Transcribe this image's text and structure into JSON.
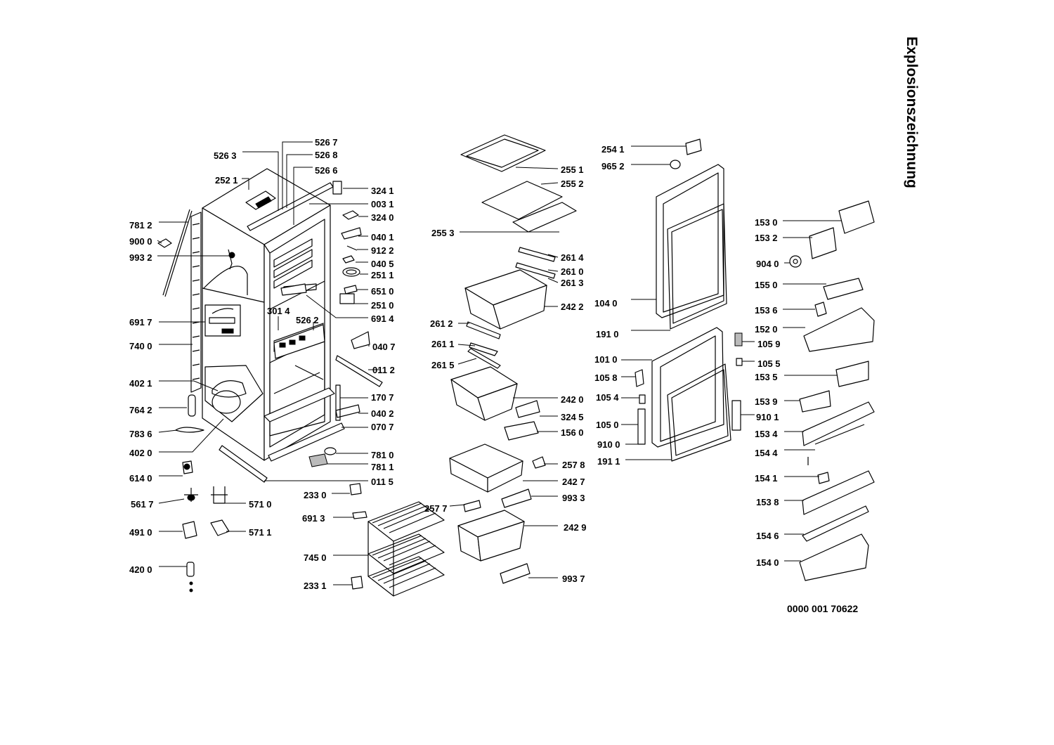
{
  "title": "Explosionszeichnung",
  "doc_number": "0000 001 70622",
  "labels": {
    "p5263": "526 3",
    "p5267": "526 7",
    "p5268": "526 8",
    "p5266": "526 6",
    "p2521": "252 1",
    "p3241": "324 1",
    "p0031": "003 1",
    "p3240": "324 0",
    "p0401": "040 1",
    "p9122": "912 2",
    "p0405": "040 5",
    "p2511": "251 1",
    "p6510": "651 0",
    "p2510": "251 0",
    "p6914": "691 4",
    "p3014": "301 4",
    "p5262": "526 2",
    "p0407": "040 7",
    "p0112": "011 2",
    "p1707": "170 7",
    "p0402": "040 2",
    "p0707": "070 7",
    "p7810": "781 0",
    "p7811": "781 1",
    "p0115": "011 5",
    "p7812": "781 2",
    "p9000": "900 0",
    "p9932": "993 2",
    "p6917": "691 7",
    "p7400": "740 0",
    "p4021": "402 1",
    "p7642": "764 2",
    "p7836": "783 6",
    "p4020": "402 0",
    "p6140": "614 0",
    "p5617": "561 7",
    "p5710": "571 0",
    "p4910": "491 0",
    "p5711": "571 1",
    "p4200": "420 0",
    "p2551": "255 1",
    "p2552": "255 2",
    "p2553": "255 3",
    "p2614": "261 4",
    "p2610": "261 0",
    "p2613": "261 3",
    "p2422": "242 2",
    "p2612": "261 2",
    "p2611": "261 1",
    "p2615": "261 5",
    "p2420": "242 0",
    "p3245": "324 5",
    "p1560": "156 0",
    "p2578": "257 8",
    "p2427": "242 7",
    "p2330": "233 0",
    "p2577": "257 7",
    "p9933": "993 3",
    "p6913": "691 3",
    "p2429": "242 9",
    "p7450": "745 0",
    "p9937": "993 7",
    "p2331": "233 1",
    "p2541": "254 1",
    "p9652": "965 2",
    "p1040": "104 0",
    "p1910": "191 0",
    "p1010": "101 0",
    "p1058": "105 8",
    "p1054": "105 4",
    "p1050": "105 0",
    "p9100": "910 0",
    "p1911": "191 1",
    "p1059": "105 9",
    "p1055": "105 5",
    "p9101": "910 1",
    "p1530": "153 0",
    "p1532": "153 2",
    "p9040": "904 0",
    "p1550": "155 0",
    "p1536": "153 6",
    "p1520": "152 0",
    "p1535": "153 5",
    "p1539": "153 9",
    "p1534": "153 4",
    "p1544": "154 4",
    "p1541": "154 1",
    "p1538": "153 8",
    "p1546": "154 6",
    "p1540": "154 0"
  }
}
